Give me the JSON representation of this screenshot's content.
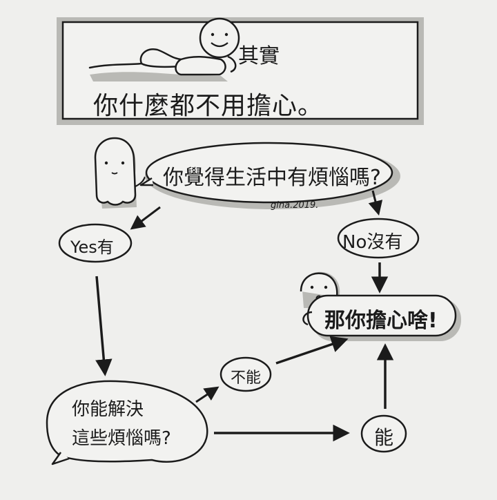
{
  "header": {
    "line1": "其實",
    "line2": "你什麼都不用擔心。"
  },
  "question": "你覺得生活中有煩惱嗎?",
  "signature": "gina.2019.",
  "yes_label": "Yes有",
  "no_label": "No沒有",
  "can_solve_line1": "你能解決",
  "can_solve_line2": "這些煩惱嗎?",
  "cannot_label": "不能",
  "can_label": "能",
  "result": "那你擔心啥!",
  "colors": {
    "paper": "#efefed",
    "ink": "#1b1b1b",
    "shadow": "#b9b9b5"
  }
}
